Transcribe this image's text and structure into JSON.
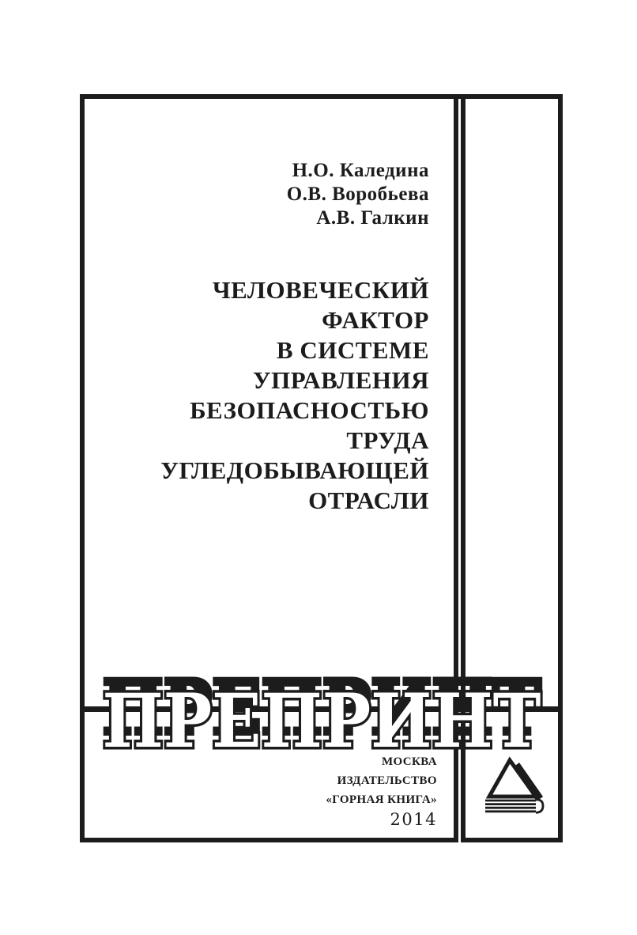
{
  "page": {
    "ink_color": "#1c1c1c",
    "paper_color": "#ffffff"
  },
  "authors": [
    "Н.О. Каледина",
    "О.В. Воробьева",
    "А.В. Галкин"
  ],
  "title": {
    "lines": [
      "ЧЕЛОВЕЧЕСКИЙ",
      "ФАКТОР",
      "В СИСТЕМЕ",
      "УПРАВЛЕНИЯ",
      "БЕЗОПАСНОСТЬЮ",
      "ТРУДА",
      "УГЛЕДОБЫВАЮЩЕЙ",
      "ОТРАСЛИ"
    ]
  },
  "banner": {
    "text": "ПРЕПРИНТ"
  },
  "imprint": {
    "city": "МОСКВА",
    "publisher_label": "ИЗДАТЕЛЬСТВО",
    "publisher_name": "«ГОРНАЯ КНИГА»",
    "year": "2014"
  },
  "logo": {
    "icon": "mountain-book-icon"
  }
}
